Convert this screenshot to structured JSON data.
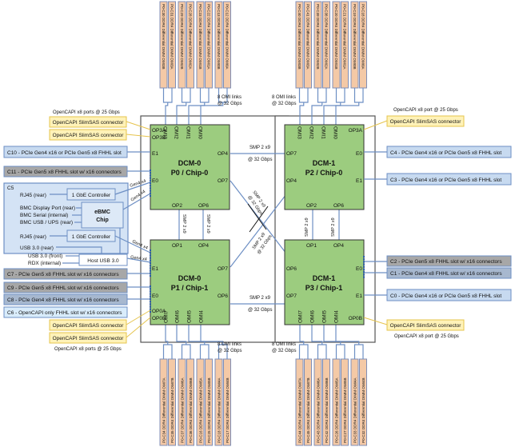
{
  "dcm": [
    {
      "label": "DCM-0",
      "chips": [
        {
          "title": "DCM-0",
          "subtitle": "P0 / Chip-0",
          "ports": {
            "op3a": "OP3A",
            "op3b": "OP3B",
            "e1": "E1",
            "e0": "E0",
            "op4": "OP4",
            "op7": "OP7",
            "op2": "OP2",
            "op6": "OP6",
            "omi": [
              "OMI3",
              "OMI2",
              "OMI1",
              "OMI0"
            ]
          }
        },
        {
          "title": "DCM-0",
          "subtitle": "P1 / Chip-1",
          "ports": {
            "op1": "OP1",
            "op4": "OP4",
            "e1": "E1",
            "e0": "E0",
            "op7": "OP7",
            "op6": "OP6",
            "op0a": "OP0A",
            "op0b": "OP0B",
            "omi": [
              "OMI7",
              "OMI6",
              "OMI5",
              "OMI4"
            ]
          }
        }
      ]
    },
    {
      "label": "DCM-1",
      "chips": [
        {
          "title": "DCM-1",
          "subtitle": "P2 / Chip-0",
          "ports": {
            "op7": "OP7",
            "op4": "OP4",
            "e0": "E0",
            "e1": "E1",
            "op3a": "OP3A",
            "op2": "OP2",
            "op6": "OP6",
            "omi": [
              "OMI3",
              "OMI2",
              "OMI1",
              "OMI0"
            ]
          }
        },
        {
          "title": "DCM-1",
          "subtitle": "P3 / Chip-1",
          "ports": {
            "op1": "OP1",
            "op4": "OP4",
            "op6": "OP6",
            "op7": "OP7",
            "e0": "E0",
            "e1": "E1",
            "op0b": "OP0B",
            "omi": [
              "OMI7",
              "OMI6",
              "OMI5",
              "OMI4"
            ]
          }
        }
      ]
    }
  ],
  "dimms": {
    "top_left": [
      "P0-C30 DDR4 Differential DIMM OMI3B",
      "P0-C31 DDR4 Differential DIMM OMI3A",
      "P0-C29 DDR4 Differential DIMM OMI2B",
      "P0-C28 DDR4 Differential DIMM OMI2A",
      "P0-C23 DDR4 Differential DIMM OMI1B",
      "P0-C22 DDR4 Differential DIMM OMI1A",
      "P0-C13 DDR4 Differential DIMM OMI0B",
      "P0-C12 DDR4 Differential DIMM OMI0A"
    ],
    "top_right": [
      "P0-C40 DDR4 Differential DIMM OMI3B",
      "P0-C41 DDR4 Differential DIMM OMI3A",
      "P0-C39 DDR4 Differential DIMM OMI2B",
      "P0-C38 DDR4 Differential DIMM OMI2A",
      "P0-C20 DDR4 Differential DIMM OMI1B",
      "P0-C21 DDR4 Differential DIMM OMI1A",
      "P0-C19 DDR4 Differential DIMM OMI0B",
      "P0-C18 DDR4 Differential DIMM OMI0A"
    ],
    "bottom_left": [
      "P0-C34 DDR4 Differential DIMM OMI7A",
      "P0-C35 DDR4 Differential DIMM OMI7B",
      "P0-C37 DDR4 Differential DIMM OMI6A",
      "P0-C36 DDR4 Differential DIMM OMI6B",
      "P0-C16 DDR4 Differential DIMM OMI5A",
      "P0-C25 DDR4 Differential DIMM OMI5B",
      "P0-C18 DDR4 Differential DIMM OMI4A",
      "P0-C17 DDR4 Differential DIMM OMI4B"
    ],
    "bottom_right": [
      "P0-C44 DDR4 Differential DIMM OMI7A",
      "P0-C45 DDR4 Differential DIMM OMI7B",
      "P0-C43 DDR4 Differential DIMM OMI6A",
      "P0-C42 DDR4 Differential DIMM OMI6B",
      "P0-C26 DDR4 Differential DIMM OMI5A",
      "P0-C27 DDR4 Differential DIMM OMI5B",
      "P0-C33 DDR4 Differential DIMM OMI4A",
      "P0-C32 DDR4 Differential DIMM OMI4B"
    ]
  },
  "omi_note": [
    "8 OMI links",
    "@ 32 Gbps"
  ],
  "smp_note": [
    "SMP 2 x9",
    "@ 32 Gbps"
  ],
  "opencapi": {
    "ports_left": "OpenCAPI x8 ports @ 25 Gbps",
    "port_right": "OpenCAPI x8 port @ 25 Gbps",
    "connector": "OpenCAPI SlimSAS connector"
  },
  "slots_left": [
    {
      "id": "c10",
      "label": "C10 - PCIe Gen4 x16 or PCIe Gen5 x8 FHHL slot",
      "style": "blue"
    },
    {
      "id": "c11",
      "label": "C11 - PCIe Gen5 x8 FHHL slot w/ x16 connectors",
      "style": "gray"
    },
    {
      "id": "c7",
      "label": "C7 - PCIe Gen5 x8 FHHL slot w/ x16 connectors",
      "style": "gray"
    },
    {
      "id": "c9",
      "label": "C9 - PCIe Gen5 x8 FHHL slot w/ x16 connectors",
      "style": "gray"
    },
    {
      "id": "c8",
      "label": "C8 - PCIe Gen4 x8 FHHL slot w/ x16 connectors",
      "style": "blueg"
    },
    {
      "id": "c6",
      "label": "C6 - OpenCAPI only FHHL slot w/ x16 connectors",
      "style": "lblue"
    }
  ],
  "slots_right": [
    {
      "id": "c4",
      "label": "C4 - PCIe Gen4 x16 or PCIe Gen5 x8 FHHL slot",
      "style": "blue"
    },
    {
      "id": "c3",
      "label": "C3 - PCIe Gen4 x16 or PCIe Gen5 x8 FHHL slot",
      "style": "blue"
    },
    {
      "id": "c2",
      "label": "C2 - PCIe Gen5 x8 FHHL slot w/ x16 connectors",
      "style": "gray"
    },
    {
      "id": "c1",
      "label": "C1 - PCIe Gen4 x8 FHHL slot w/ x16 connectors",
      "style": "blueg"
    },
    {
      "id": "c0",
      "label": "C0 - PCIe Gen4 x16 or PCIe Gen5 x8 FHHL slot",
      "style": "blue"
    }
  ],
  "c5": {
    "label": "C5",
    "gbe1": "1 GbE Controller",
    "gbe2": "1 GbE Controller",
    "ebmc": [
      "eBMC",
      "Chip"
    ],
    "rj45_1": "RJ45 (rear)",
    "rj45_2": "RJ45 (rear)",
    "bmc_display": "BMC Display Port (rear)",
    "bmc_serial": "BMC Serial (internal)",
    "bmc_usb": "BMC USB / UPS (rear)",
    "usb_rear": "USB 3.0 (rear)",
    "usb_front": "USB 3.0 (front)",
    "rdx": "RDX (internal)",
    "host_usb": "Host USB 3.0",
    "link": "Gen4 x4"
  }
}
